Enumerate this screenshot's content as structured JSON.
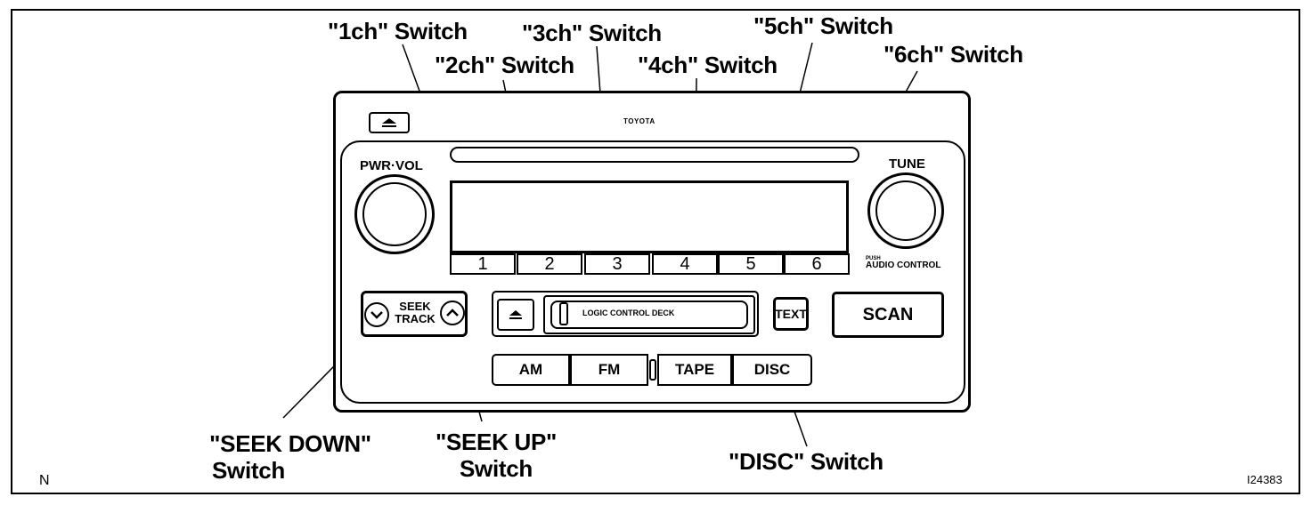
{
  "figure_id": "I24383",
  "corner_letter": "N",
  "callouts": {
    "ch1": "\"1ch\" Switch",
    "ch2": "\"2ch\" Switch",
    "ch3": "\"3ch\" Switch",
    "ch4": "\"4ch\" Switch",
    "ch5": "\"5ch\" Switch",
    "ch6": "\"6ch\" Switch",
    "seek_down_line1": "\"SEEK DOWN\"",
    "seek_down_line2": "Switch",
    "seek_up_line1": "\"SEEK UP\"",
    "seek_up_line2": "Switch",
    "disc": "\"DISC\" Switch"
  },
  "unit": {
    "brand": "TOYOTA",
    "pwr_vol_label": "PWR·VOL",
    "tune_label": "TUNE",
    "push_label": "PUSH",
    "audio_control_label": "AUDIO CONTROL",
    "eject_icon": "eject-icon",
    "presets": [
      "1",
      "2",
      "3",
      "4",
      "5",
      "6"
    ],
    "seek_label_line1": "SEEK",
    "seek_label_line2": "TRACK",
    "deck_label": "LOGIC CONTROL DECK",
    "text_button": "TEXT",
    "scan_button": "SCAN",
    "sources": [
      "AM",
      "FM",
      "TAPE",
      "DISC"
    ]
  }
}
